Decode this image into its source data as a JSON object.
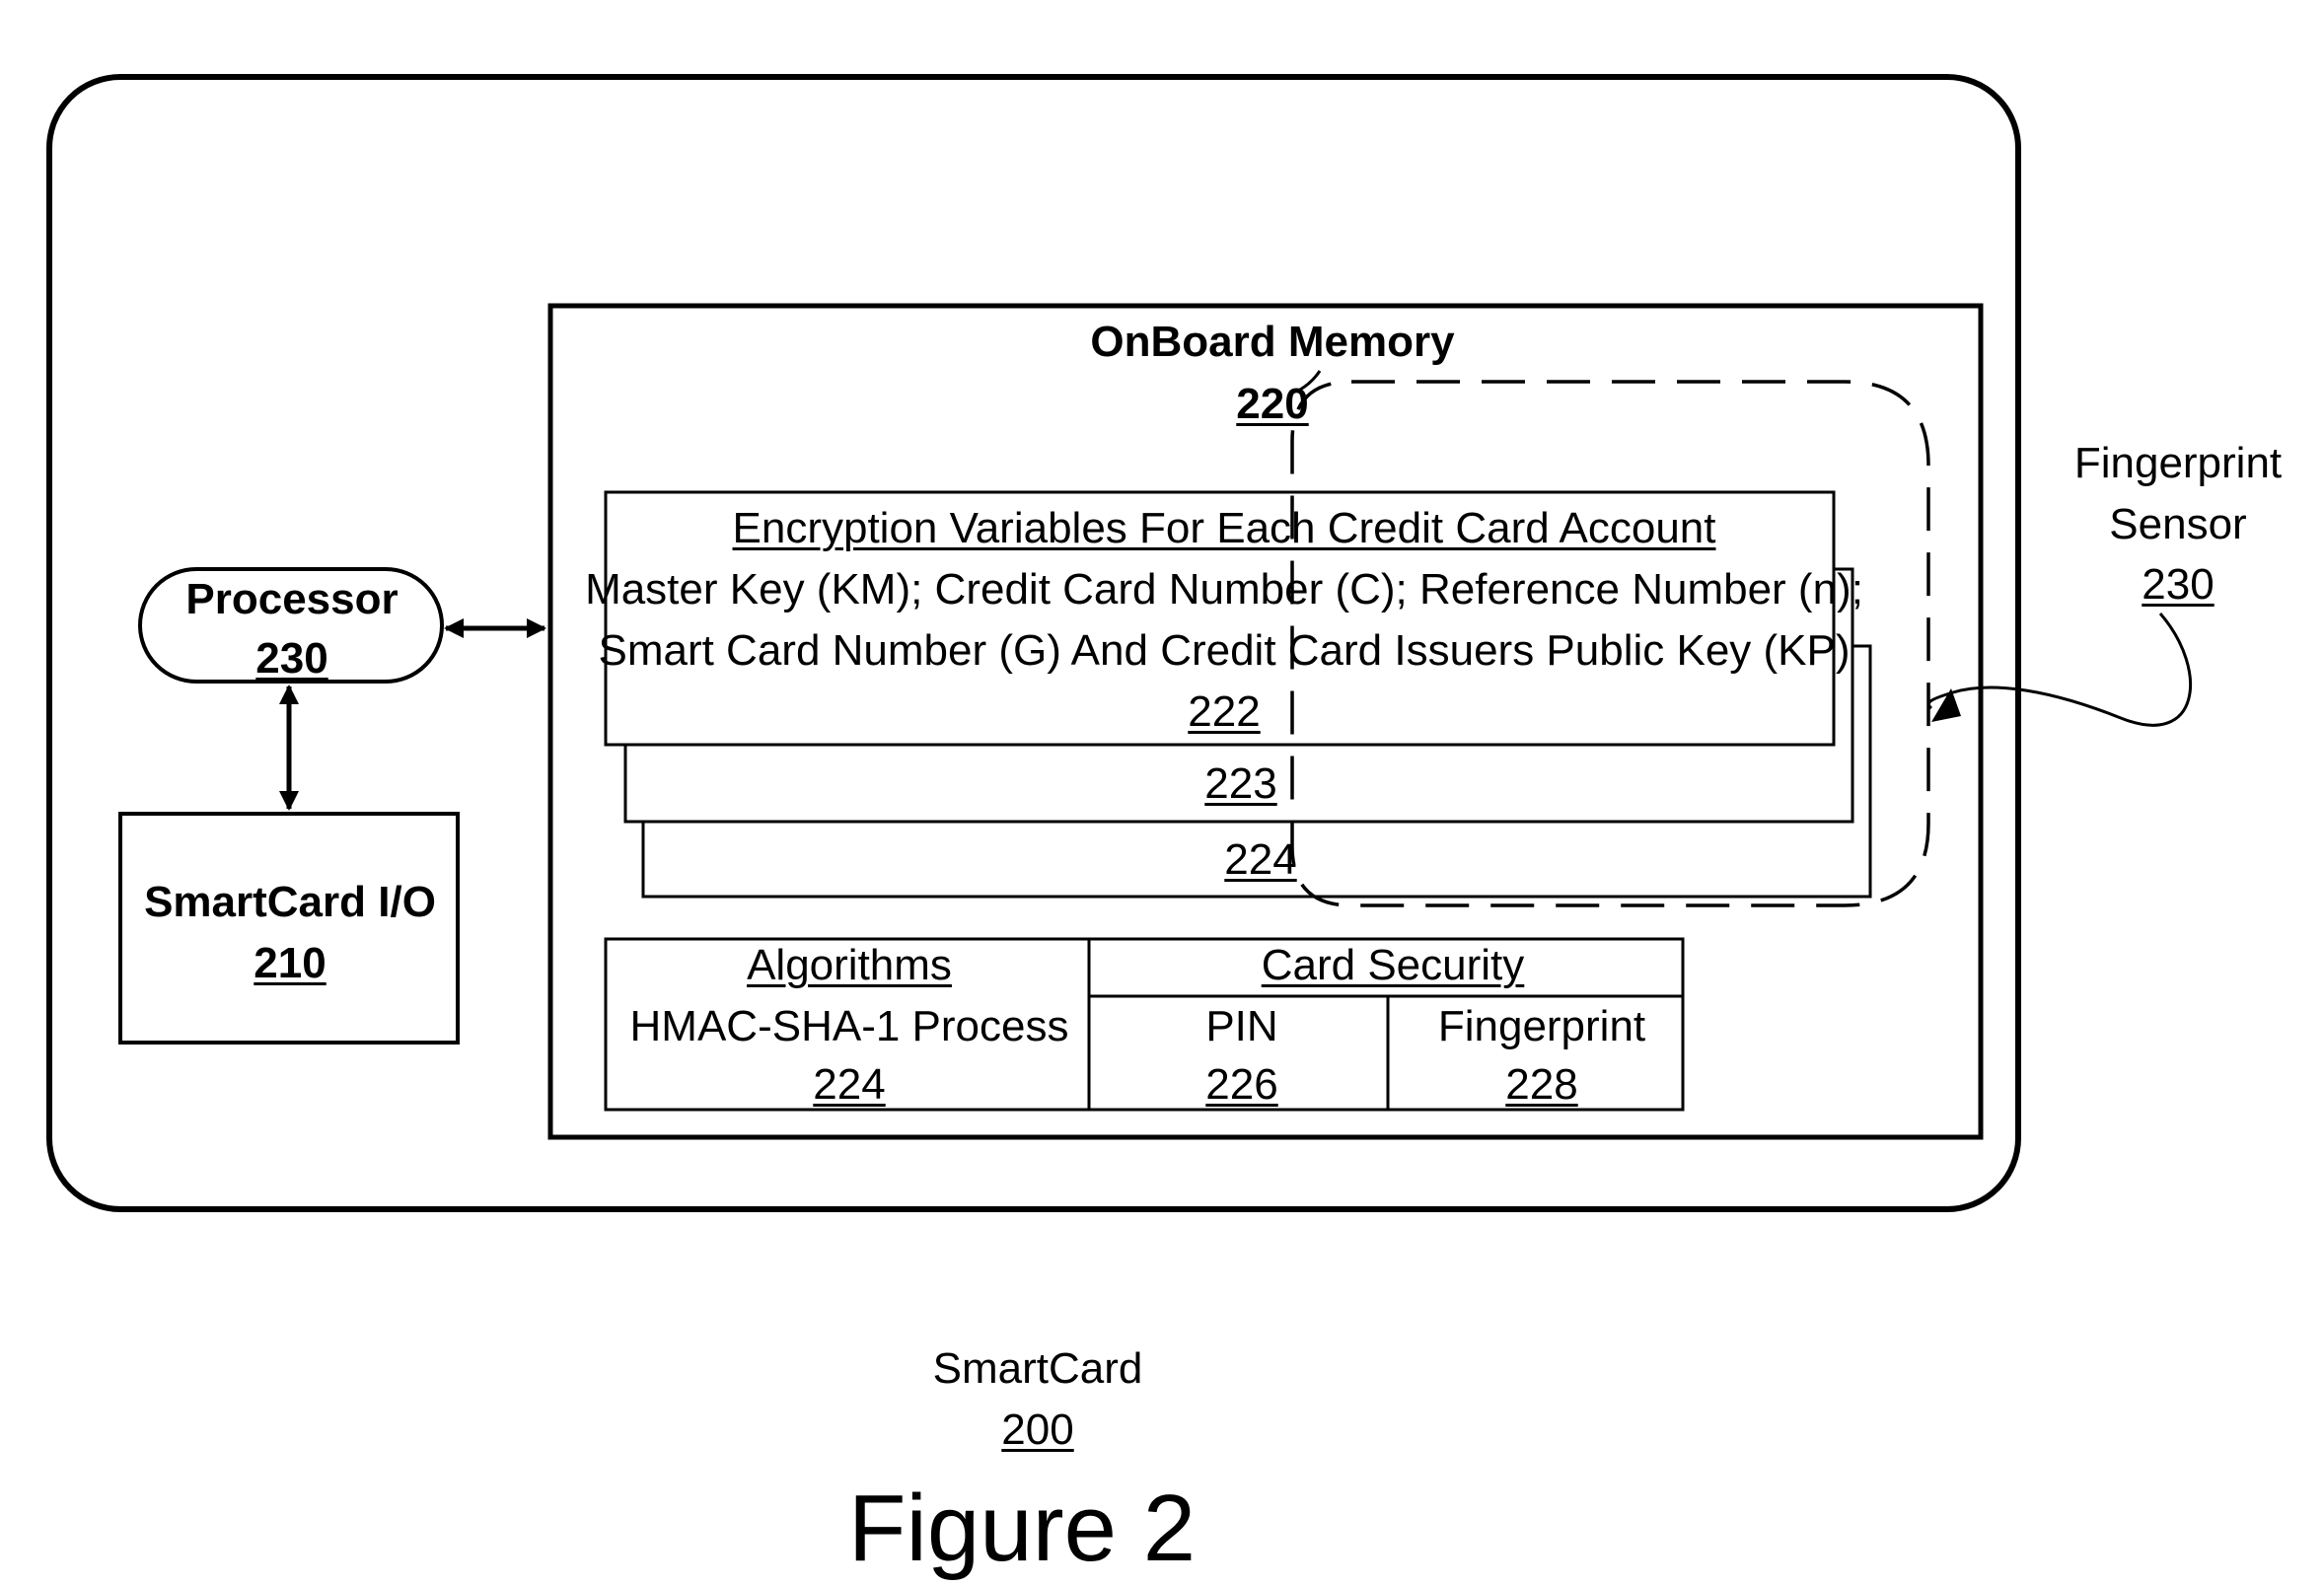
{
  "onboard_memory": {
    "title": "OnBoard Memory",
    "ref": "220"
  },
  "encryption": {
    "heading": "Encryption Variables For Each Credit Card Account",
    "line1": "Master Key (KM); Credit Card Number (C); Reference Number (n);",
    "line2": "Smart Card Number (G) And Credit Card Issuers Public Key (KP)",
    "ref": "222",
    "stack_refs": [
      "223",
      "224"
    ]
  },
  "processor": {
    "label": "Processor",
    "ref": "230"
  },
  "smartcard_io": {
    "label": "SmartCard I/O",
    "ref": "210"
  },
  "algorithms": {
    "heading": "Algorithms",
    "text": "HMAC-SHA-1 Process",
    "ref": "224"
  },
  "card_security": {
    "heading": "Card Security",
    "pin": {
      "label": "PIN",
      "ref": "226"
    },
    "fingerprint": {
      "label": "Fingerprint",
      "ref": "228"
    }
  },
  "fingerprint_sensor": {
    "line1": "Fingerprint",
    "line2": "Sensor",
    "ref": "230"
  },
  "smartcard": {
    "label": "SmartCard",
    "ref": "200"
  },
  "figure_caption": "Figure 2"
}
